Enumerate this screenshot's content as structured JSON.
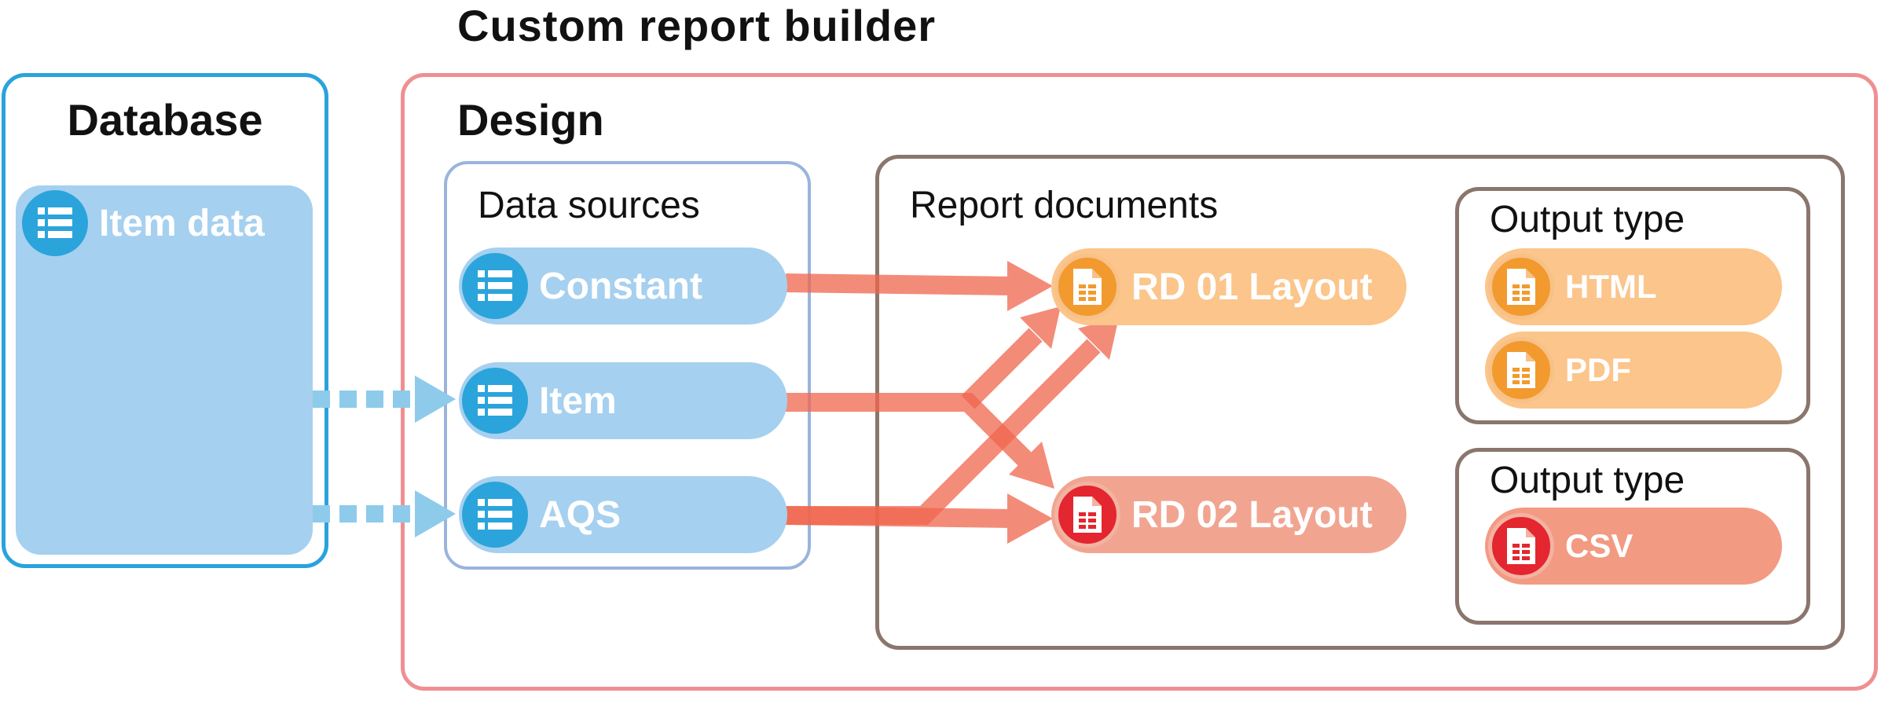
{
  "title": "Custom report builder",
  "database": {
    "title": "Database",
    "item": "Item data"
  },
  "design": {
    "title": "Design",
    "data_sources": {
      "title": "Data sources",
      "items": [
        "Constant",
        "Item",
        "AQS"
      ]
    },
    "report_documents": {
      "title": "Report documents",
      "items": [
        "RD 01 Layout",
        "RD 02 Layout"
      ]
    },
    "output_groups": [
      {
        "title": "Output type",
        "items": [
          "HTML",
          "PDF"
        ]
      },
      {
        "title": "Output type",
        "items": [
          "CSV"
        ]
      }
    ]
  },
  "colors": {
    "database_border": "#29a3dc",
    "design_border": "#ef8f91",
    "data_sources_border": "#9ab4dc",
    "documents_border": "#8a766c",
    "blue_pill": "#a6d0ef",
    "blue_icon": "#2ba4dc",
    "orange_pill": "#fbc58b",
    "orange_icon": "#f29a2e",
    "red_icon": "#e3262f",
    "arrow": "#f0654d"
  },
  "icons": {
    "database_item": "list-icon",
    "data_source": "list-icon",
    "document": "document-icon"
  }
}
